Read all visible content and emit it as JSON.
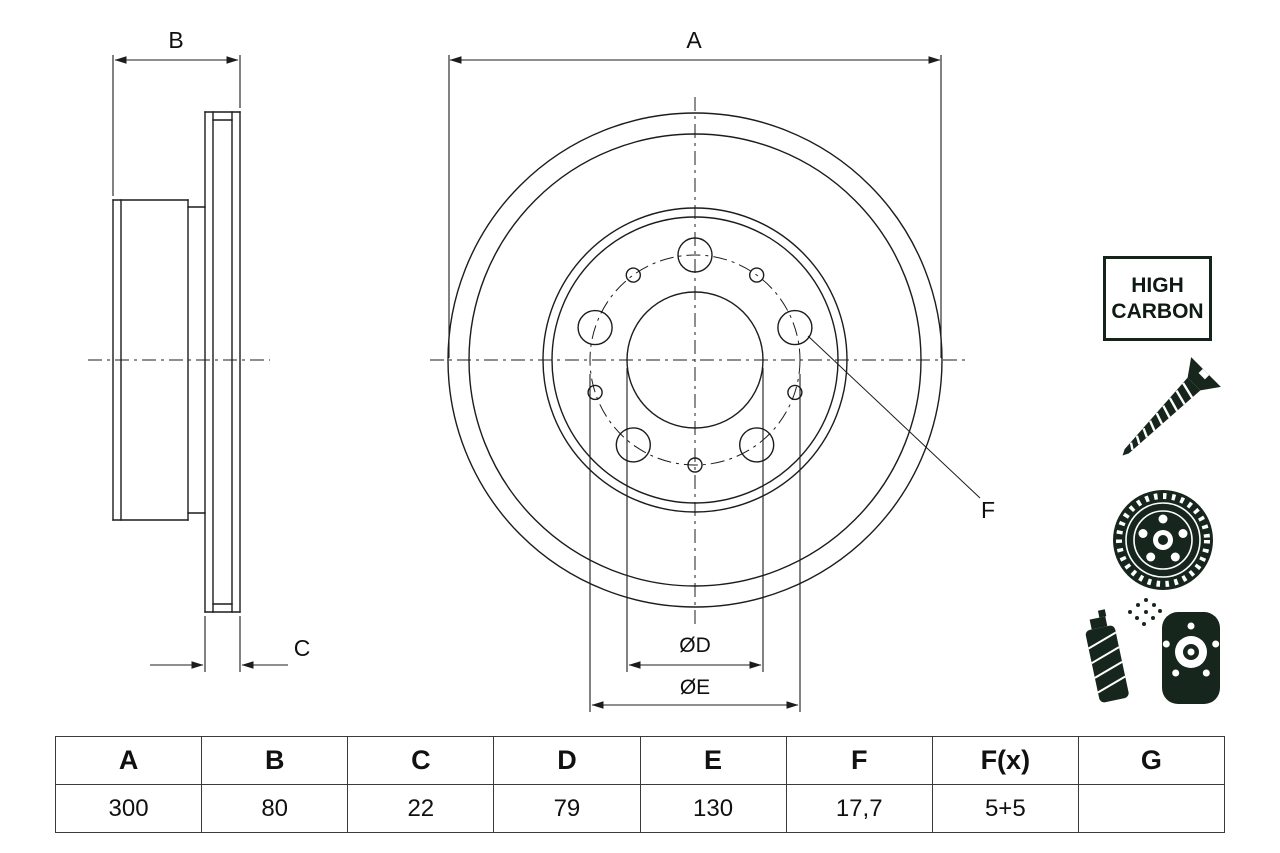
{
  "drawing": {
    "labels": {
      "dim_a": "A",
      "dim_b": "B",
      "dim_c": "C",
      "dim_d": "ØD",
      "dim_e": "ØE",
      "dim_f": "F"
    },
    "badge": "HIGH CARBON",
    "icons": [
      "screw-icon",
      "brake-disc-icon",
      "spray-can-icon",
      "high-carbon-badge"
    ],
    "colors": {
      "line": "#1c1c1c",
      "icon": "#17261d"
    }
  },
  "table": {
    "headers": [
      "A",
      "B",
      "C",
      "D",
      "E",
      "F",
      "F(x)",
      "G"
    ],
    "values": [
      "300",
      "80",
      "22",
      "79",
      "130",
      "17,7",
      "5+5",
      ""
    ]
  }
}
